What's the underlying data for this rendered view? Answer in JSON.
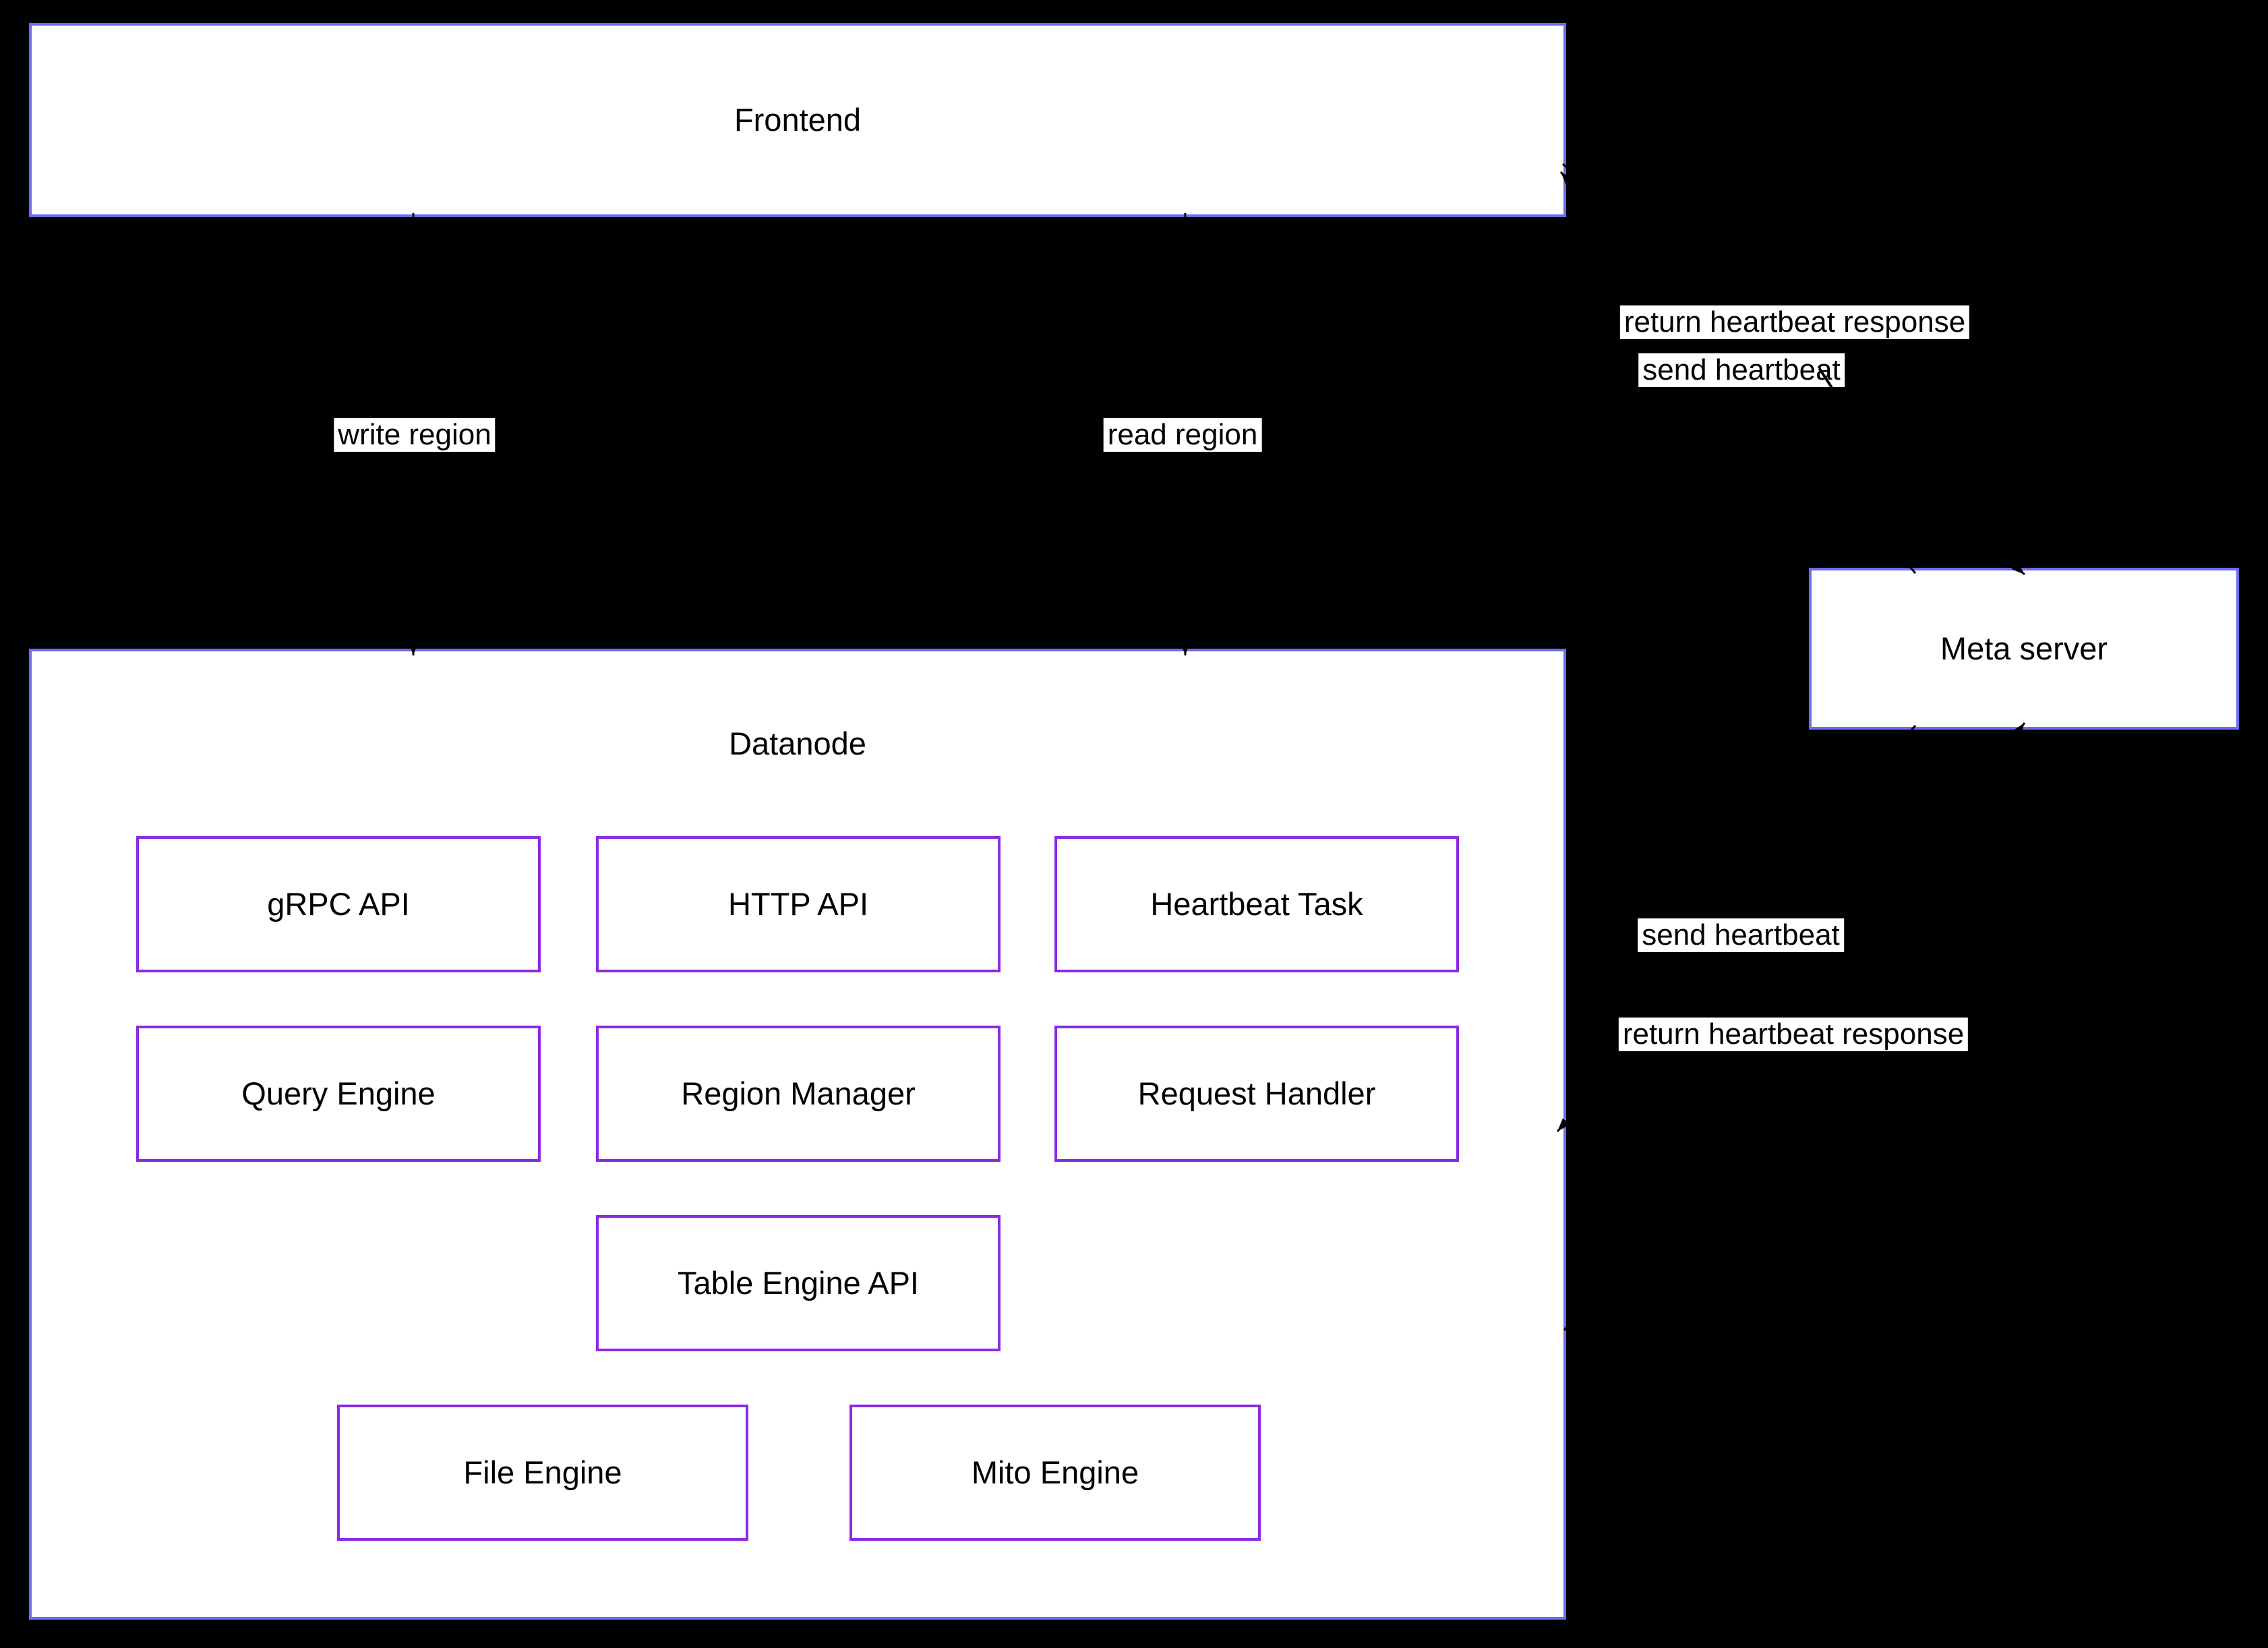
{
  "diagram": {
    "colors": {
      "background": "#000000",
      "cluster_border": "#6c6cf2",
      "component_border": "#8a2be2",
      "node_fill": "#ffffff",
      "text": "#000000",
      "arrow": "#000000"
    },
    "nodes": {
      "frontend": {
        "label": "Frontend"
      },
      "datanode": {
        "label": "Datanode"
      },
      "meta_server": {
        "label": "Meta server"
      },
      "grpc_api": {
        "label": "gRPC API"
      },
      "http_api": {
        "label": "HTTP API"
      },
      "heartbeat_task": {
        "label": "Heartbeat Task"
      },
      "query_engine": {
        "label": "Query Engine"
      },
      "region_manager": {
        "label": "Region Manager"
      },
      "request_handler": {
        "label": "Request Handler"
      },
      "table_engine_api": {
        "label": "Table Engine API"
      },
      "file_engine": {
        "label": "File Engine"
      },
      "mito_engine": {
        "label": "Mito Engine"
      }
    },
    "edges": [
      {
        "from": "frontend",
        "to": "datanode",
        "label": "write region"
      },
      {
        "from": "frontend",
        "to": "datanode",
        "label": "read region"
      },
      {
        "from": "frontend",
        "to": "meta_server",
        "label": "send heartbeat"
      },
      {
        "from": "meta_server",
        "to": "frontend",
        "label": "return heartbeat response"
      },
      {
        "from": "datanode",
        "to": "meta_server",
        "label": "send heartbeat"
      },
      {
        "from": "meta_server",
        "to": "datanode",
        "label": "return heartbeat response"
      }
    ]
  }
}
